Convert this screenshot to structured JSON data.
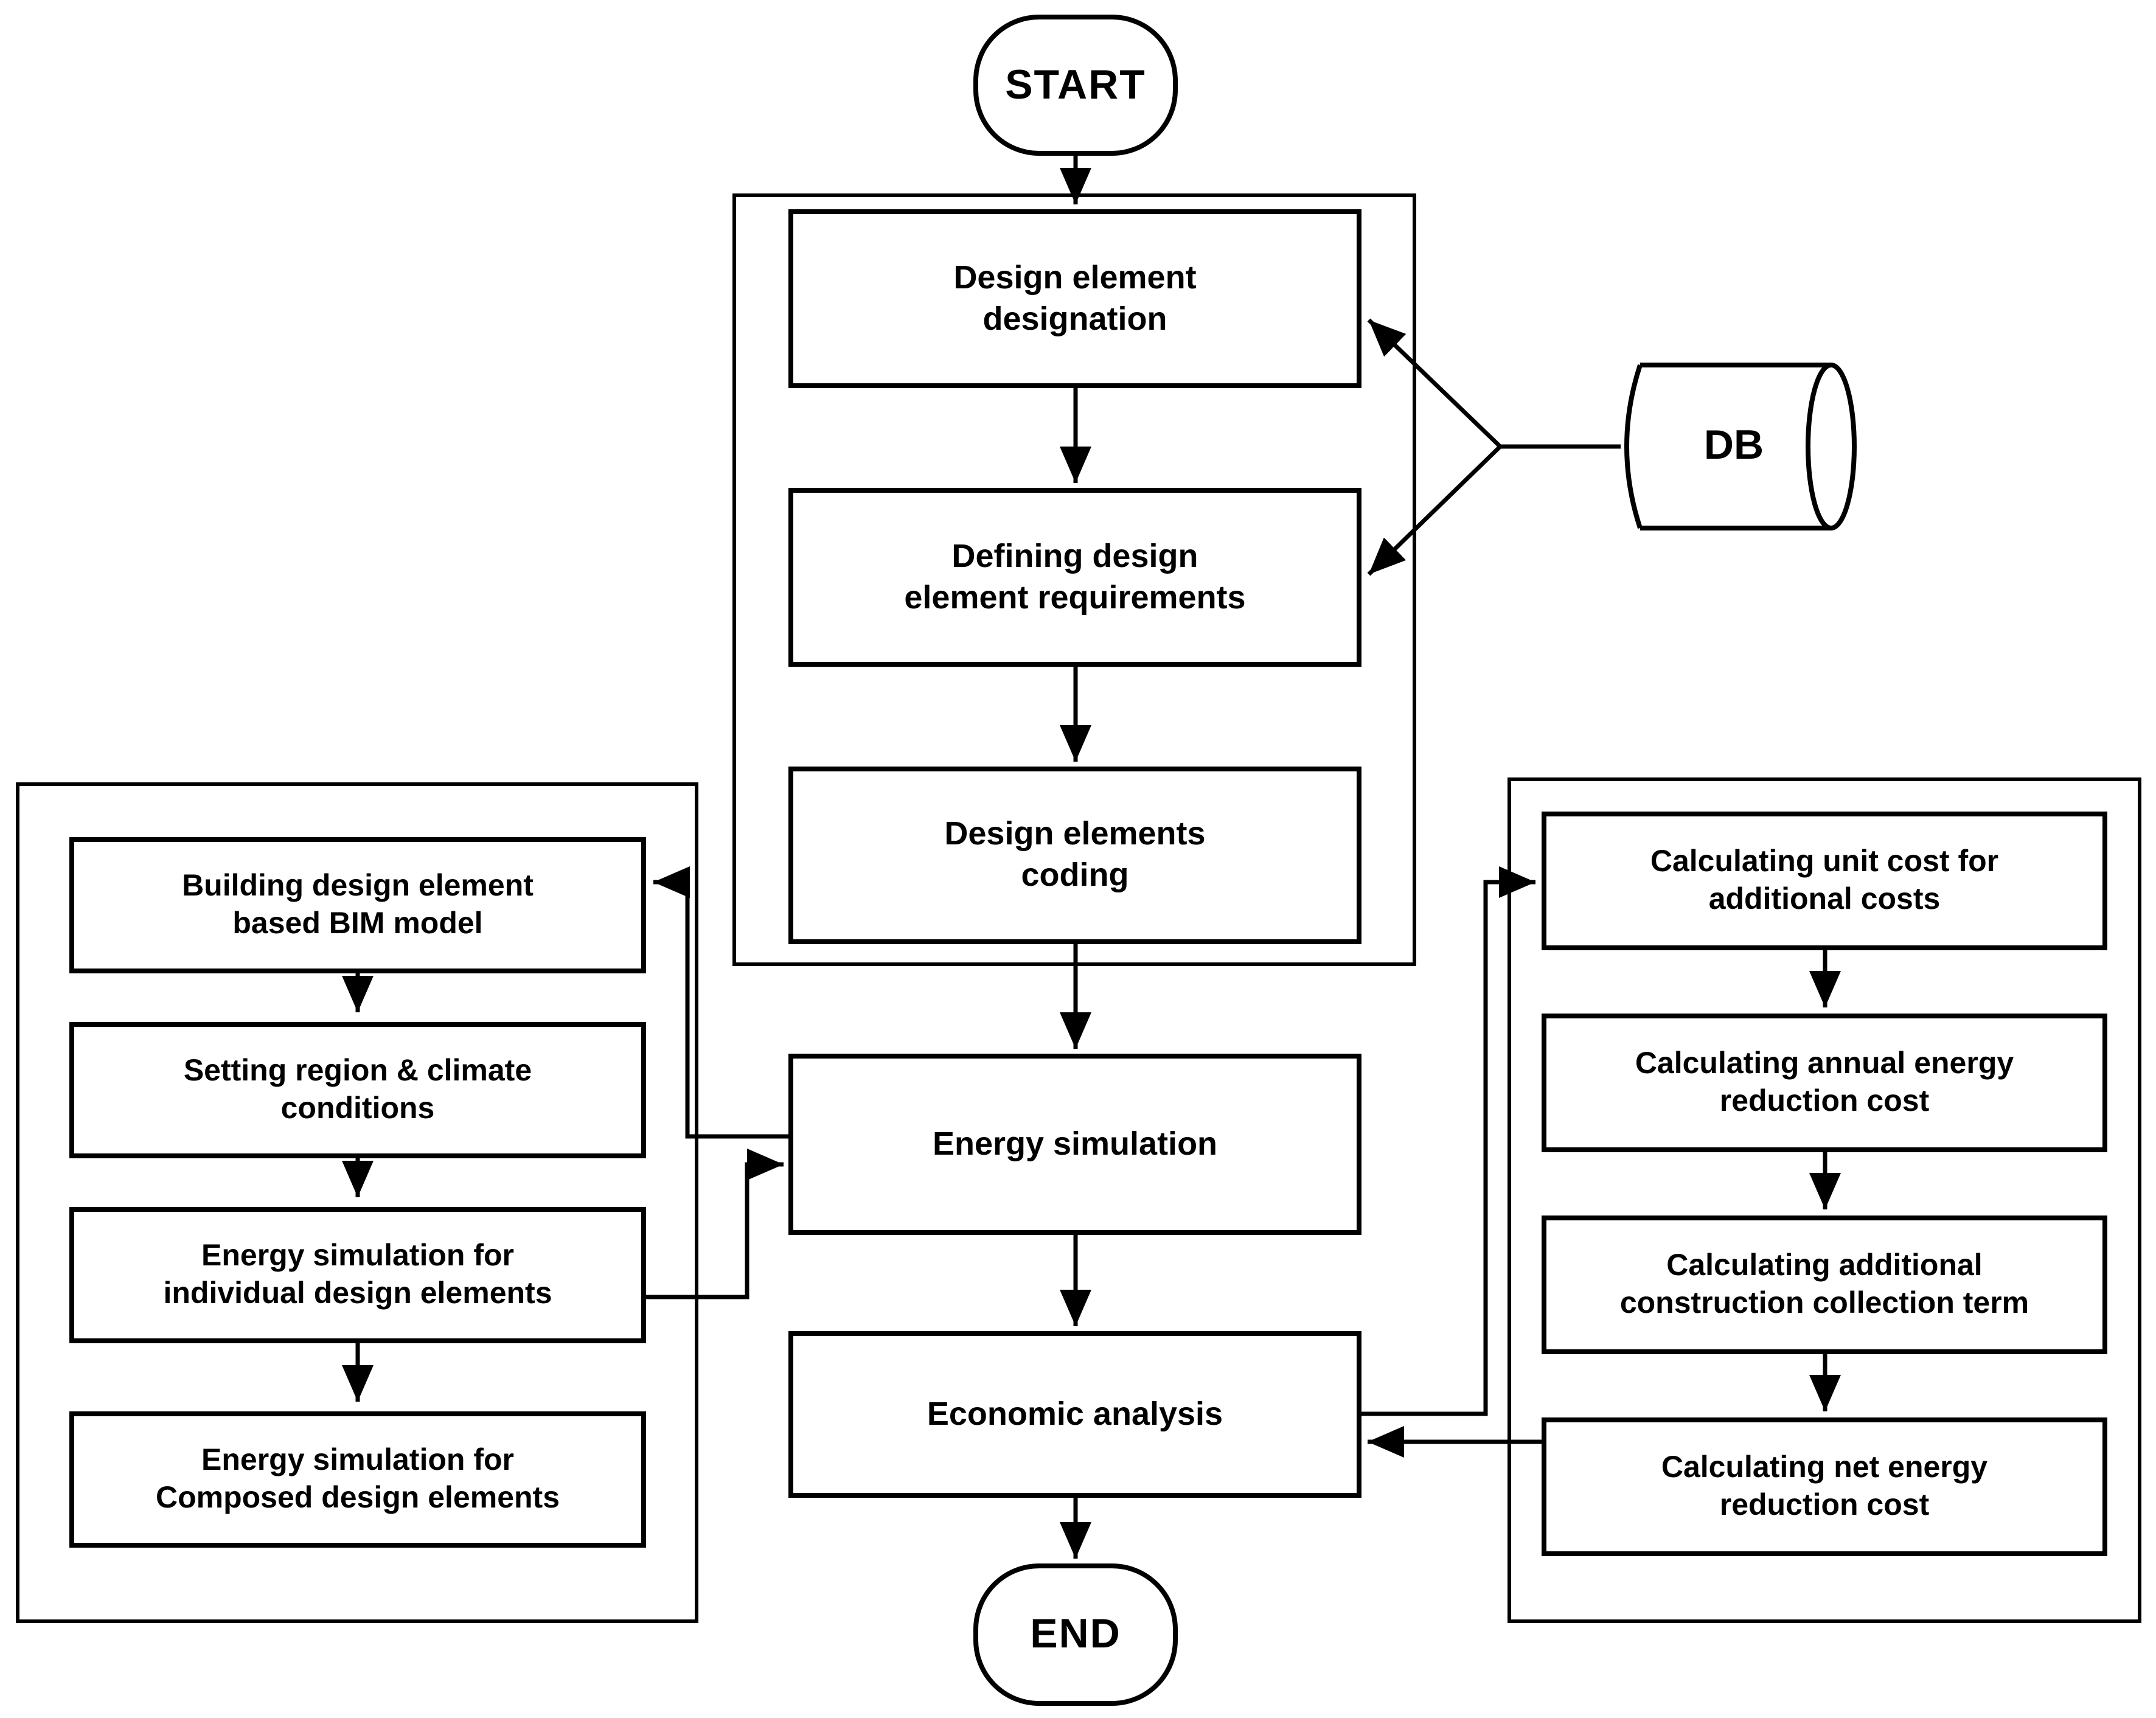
{
  "diagram": {
    "type": "flowchart",
    "colors": {
      "stroke": "#000000",
      "background": "#ffffff",
      "text": "#000000"
    },
    "nodes": {
      "start": {
        "label": "START",
        "shape": "terminator"
      },
      "end": {
        "label": "END",
        "shape": "terminator"
      },
      "db": {
        "label": "DB",
        "shape": "database-cylinder"
      },
      "designation": {
        "label": "Design element\ndesignation",
        "shape": "process"
      },
      "requirements": {
        "label": "Defining design\nelement requirements",
        "shape": "process"
      },
      "coding": {
        "label": "Design elements\ncoding",
        "shape": "process"
      },
      "energy_simulation": {
        "label": "Energy simulation",
        "shape": "process"
      },
      "economic_analysis": {
        "label": "Economic analysis",
        "shape": "process"
      },
      "bim_model": {
        "label": "Building design element\nbased BIM model",
        "shape": "process"
      },
      "region_climate": {
        "label": "Setting region & climate\nconditions",
        "shape": "process"
      },
      "sim_individual": {
        "label": "Energy simulation for\nindividual design elements",
        "shape": "process"
      },
      "sim_composed": {
        "label": "Energy simulation for\nComposed design elements",
        "shape": "process"
      },
      "unit_cost": {
        "label": "Calculating unit cost for\nadditional costs",
        "shape": "process"
      },
      "annual_energy": {
        "label": "Calculating annual energy\nreduction cost",
        "shape": "process"
      },
      "construction_term": {
        "label": "Calculating additional\nconstruction collection term",
        "shape": "process"
      },
      "net_energy": {
        "label": "Calculating net energy\nreduction cost",
        "shape": "process"
      }
    },
    "edges": [
      {
        "from": "start",
        "to": "designation"
      },
      {
        "from": "designation",
        "to": "requirements"
      },
      {
        "from": "requirements",
        "to": "coding"
      },
      {
        "from": "coding",
        "to": "energy_simulation"
      },
      {
        "from": "energy_simulation",
        "to": "economic_analysis"
      },
      {
        "from": "economic_analysis",
        "to": "end"
      },
      {
        "from": "db",
        "to": "designation"
      },
      {
        "from": "db",
        "to": "requirements"
      },
      {
        "from": "energy_simulation",
        "to": "bim_model"
      },
      {
        "from": "bim_model",
        "to": "region_climate"
      },
      {
        "from": "region_climate",
        "to": "sim_individual"
      },
      {
        "from": "sim_individual",
        "to": "sim_composed"
      },
      {
        "from": "sim_individual",
        "to": "energy_simulation"
      },
      {
        "from": "economic_analysis",
        "to": "unit_cost"
      },
      {
        "from": "unit_cost",
        "to": "annual_energy"
      },
      {
        "from": "annual_energy",
        "to": "construction_term"
      },
      {
        "from": "construction_term",
        "to": "net_energy"
      },
      {
        "from": "net_energy",
        "to": "economic_analysis"
      }
    ]
  }
}
